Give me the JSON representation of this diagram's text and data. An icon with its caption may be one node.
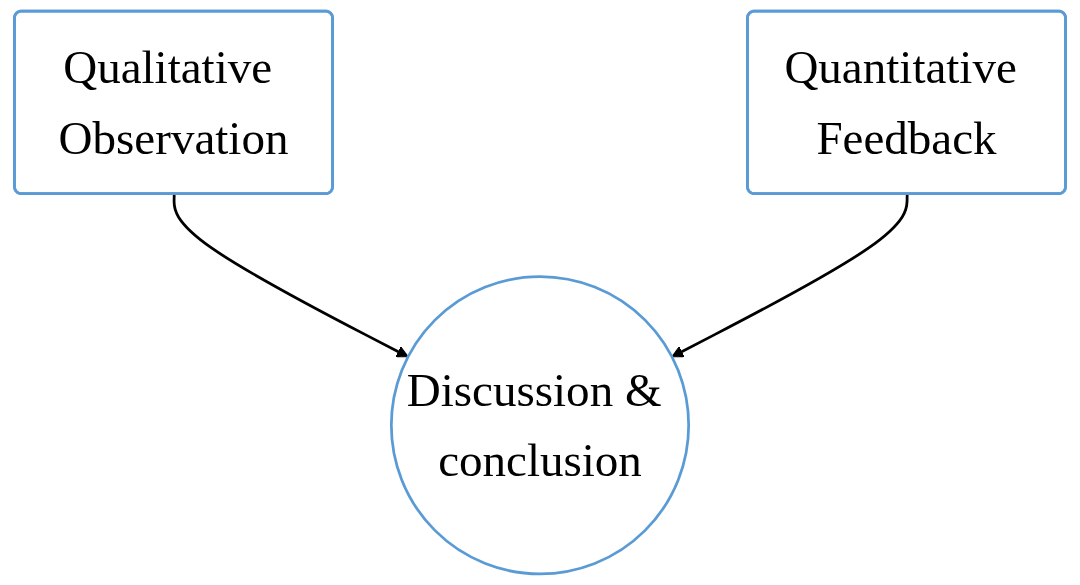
{
  "diagram": {
    "nodes": [
      {
        "text": [
          "Qualitative Observation"
        ]
      },
      {
        "text": [
          "Quantitative Feedback"
        ]
      },
      {
        "text": [
          "Discussion & conclusion"
        ]
      }
    ],
    "edges": [
      {
        "from": 0,
        "to": 2,
        "arrow": "to"
      },
      {
        "from": 1,
        "to": 2,
        "arrow": "to"
      }
    ]
  }
}
